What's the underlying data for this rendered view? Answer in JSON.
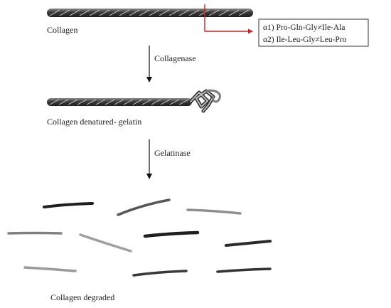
{
  "labels": {
    "collagen": "Collagen",
    "collagenase": "Collagenase",
    "denatured": "Collagen denatured- gelatin",
    "gelatinase": "Gelatinase",
    "degraded": "Collagen degraded"
  },
  "cleavage_sites": {
    "alpha1": "α1) Pro-Gln-Gly≠Ile-Ala",
    "alpha2": "α2) Ile-Leu-Gly≠Leu-Pro"
  },
  "colors": {
    "pointer": "#d62020",
    "fiber_dark": "#2b2b2b",
    "fiber_light": "#9a9a9a",
    "arrow": "#111111"
  }
}
